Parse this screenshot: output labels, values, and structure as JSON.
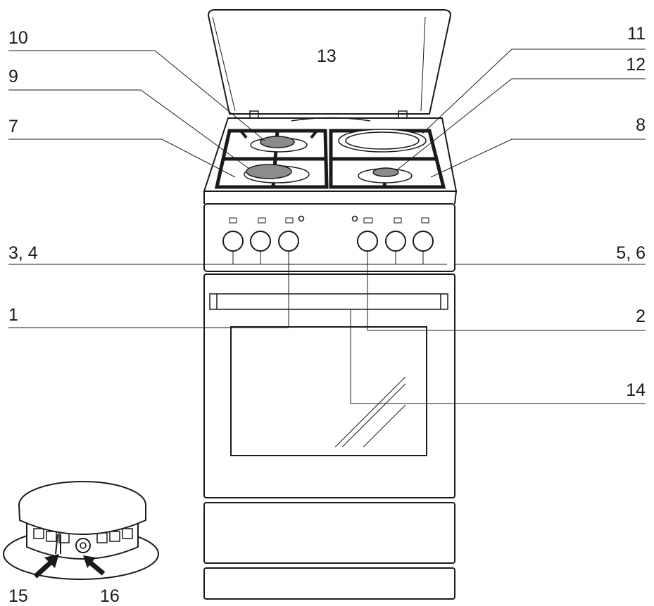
{
  "callouts": {
    "c1": "1",
    "c2": "2",
    "c3_4": "3, 4",
    "c5_6": "5, 6",
    "c7": "7",
    "c8": "8",
    "c9": "9",
    "c10": "10",
    "c11": "11",
    "c12": "12",
    "c13": "13",
    "c14": "14",
    "c15": "15",
    "c16": "16"
  },
  "colors": {
    "ink": "#1a1a1a",
    "burner_cap_fill": "#8c8c8c",
    "background": "#ffffff"
  }
}
